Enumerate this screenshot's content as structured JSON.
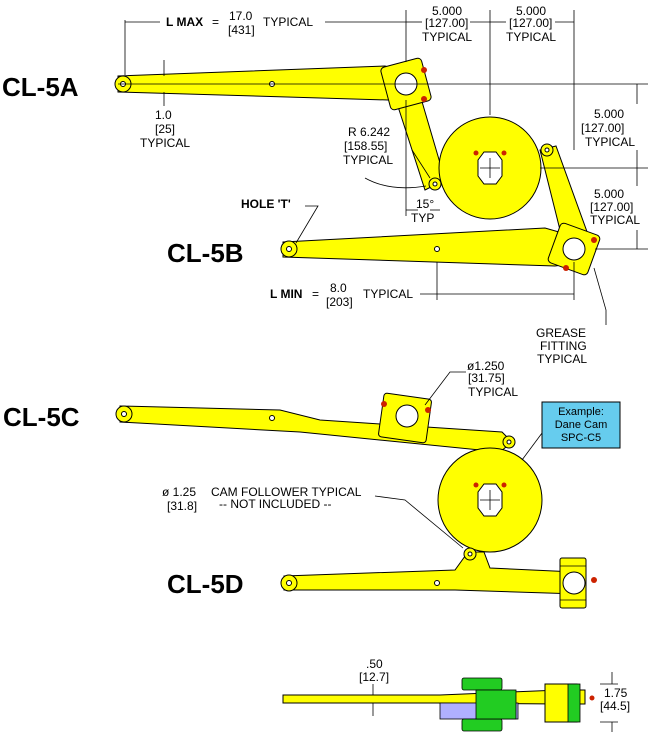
{
  "models": {
    "a": "CL-5A",
    "b": "CL-5B",
    "c": "CL-5C",
    "d": "CL-5D"
  },
  "dimensions": {
    "l_max_label": "L MAX",
    "l_max_eq": "=",
    "l_max_value": "17.0",
    "l_max_mm": "[431]",
    "l_max_typical": "TYPICAL",
    "top_5000_a": "5.000",
    "top_127_a": "[127.00]",
    "top_typ_a": "TYPICAL",
    "top_5000_b": "5.000",
    "top_127_b": "[127.00]",
    "top_typ_b": "TYPICAL",
    "thick_value": "1.0",
    "thick_mm": "[25]",
    "thick_typ": "TYPICAL",
    "radius_value": "R 6.242",
    "radius_mm": "[158.55]",
    "radius_typ": "TYPICAL",
    "angle_value": "15°",
    "angle_typ": "TYP",
    "right_5000_a": "5.000",
    "right_127_a": "[127.00]",
    "right_typ_a": "TYPICAL",
    "right_5000_b": "5.000",
    "right_127_b": "[127.00]",
    "right_typ_b": "TYPICAL",
    "hole_label": "HOLE 'T'",
    "l_min_label": "L MIN",
    "l_min_eq": "=",
    "l_min_value": "8.0",
    "l_min_mm": "[203]",
    "l_min_typ": "TYPICAL",
    "grease_1": "GREASE",
    "grease_2": "FITTING",
    "grease_3": "TYPICAL",
    "bore_value": "ø1.250",
    "bore_mm": "[31.75]",
    "bore_typ": "TYPICAL",
    "follower_dia": "ø 1.25",
    "follower_mm": "[31.8]",
    "follower_1": "CAM FOLLOWER TYPICAL",
    "follower_2": "-- NOT INCLUDED --",
    "bottom_thick": ".50",
    "bottom_thick_mm": "[12.7]",
    "bottom_hub": "1.75",
    "bottom_hub_mm": "[44.5]"
  },
  "example_box": {
    "line1": "Example:",
    "line2": "Dane Cam",
    "line3": "SPC-C5"
  },
  "colors": {
    "arm": "#ffff00",
    "example_box": "#66ccee",
    "grease": "#cc2200",
    "side_green": "#22cc22",
    "side_grey": "#b0b0ff"
  }
}
